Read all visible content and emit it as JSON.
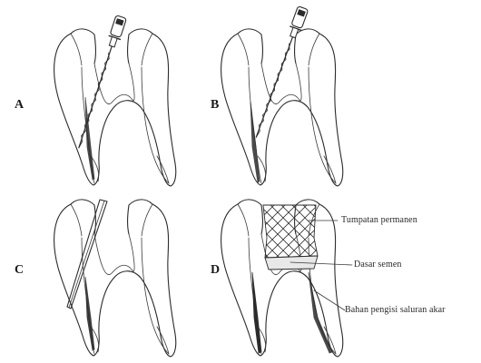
{
  "figure": {
    "panels": [
      {
        "id": "A",
        "label": "A"
      },
      {
        "id": "B",
        "label": "B"
      },
      {
        "id": "C",
        "label": "C"
      },
      {
        "id": "D",
        "label": "D"
      }
    ],
    "annotations": {
      "crown_filling": "Tumpatan permanen",
      "base": "Dasar semen",
      "root_canal_material": "Bahan pengisi saluran akar"
    }
  }
}
